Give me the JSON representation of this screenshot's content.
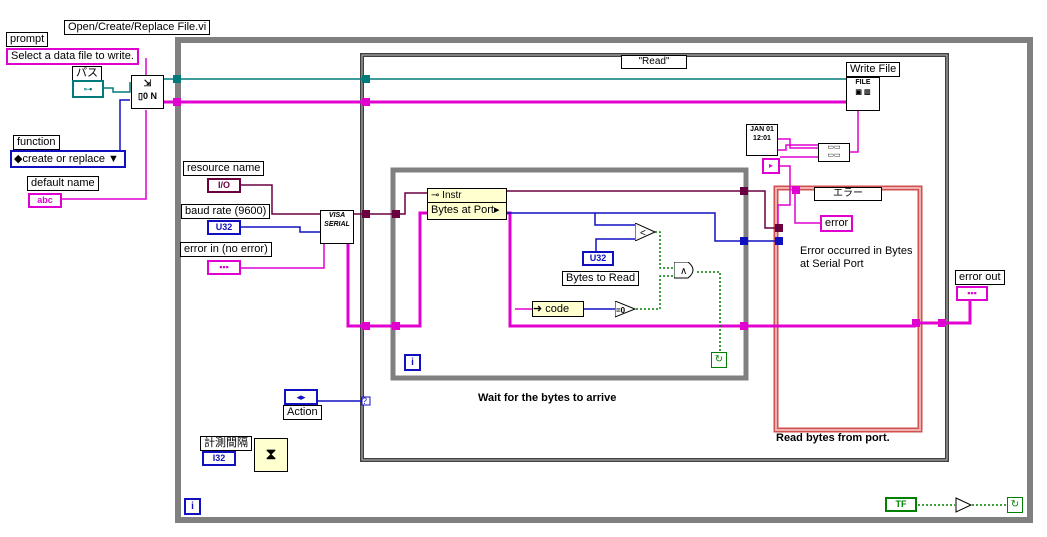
{
  "title": "Open/Create/Replace File.vi",
  "controls": {
    "prompt_label": "prompt",
    "prompt_value": "Select a data file to write.",
    "path_label": "パス",
    "function_label": "function",
    "function_value": "◆create or replace ▼",
    "default_name_label": "default name",
    "default_name_term": "abc",
    "resource_label": "resource name",
    "resource_term": "I/O",
    "baud_label": "baud rate (9600)",
    "baud_term": "U32",
    "errin_label": "error in (no error)",
    "action_label": "Action",
    "interval_label": "計測間隔",
    "interval_term": "I32",
    "tf_term": "TF"
  },
  "case_read": {
    "selector": "\"Read\"",
    "write_file": "Write File",
    "inner_loop_caption": "Wait for the bytes to arrive",
    "read_caption": "Read bytes from port."
  },
  "inner": {
    "instr_label": "Instr",
    "property": "Bytes at Port",
    "bytes_term": "U32",
    "bytes_label": "Bytes to Read",
    "code_label": "code"
  },
  "error_case": {
    "selector": "エラー",
    "error_label": "error",
    "message": "Error occurred in Bytes at Serial Port"
  },
  "output": {
    "error_out_label": "error out"
  },
  "glyphs": {
    "iteration": "i",
    "loop_cond": "↻",
    "date_icon": "JAN 01 12:01",
    "visa_icon": "VISA SERIAL",
    "file_icon": "FILE",
    "compare_lt": "<",
    "and_gate": "∧",
    "eq_zero": "=0",
    "not_gate": "¬",
    "unknown": "?"
  },
  "colors": {
    "error_wire": "#e000d0",
    "refnum_wire": "#007a7a",
    "int_wire": "#1010c0",
    "visa_wire": "#6a0040",
    "bool_wire": "#008000",
    "error_case_border": "#d05050"
  }
}
